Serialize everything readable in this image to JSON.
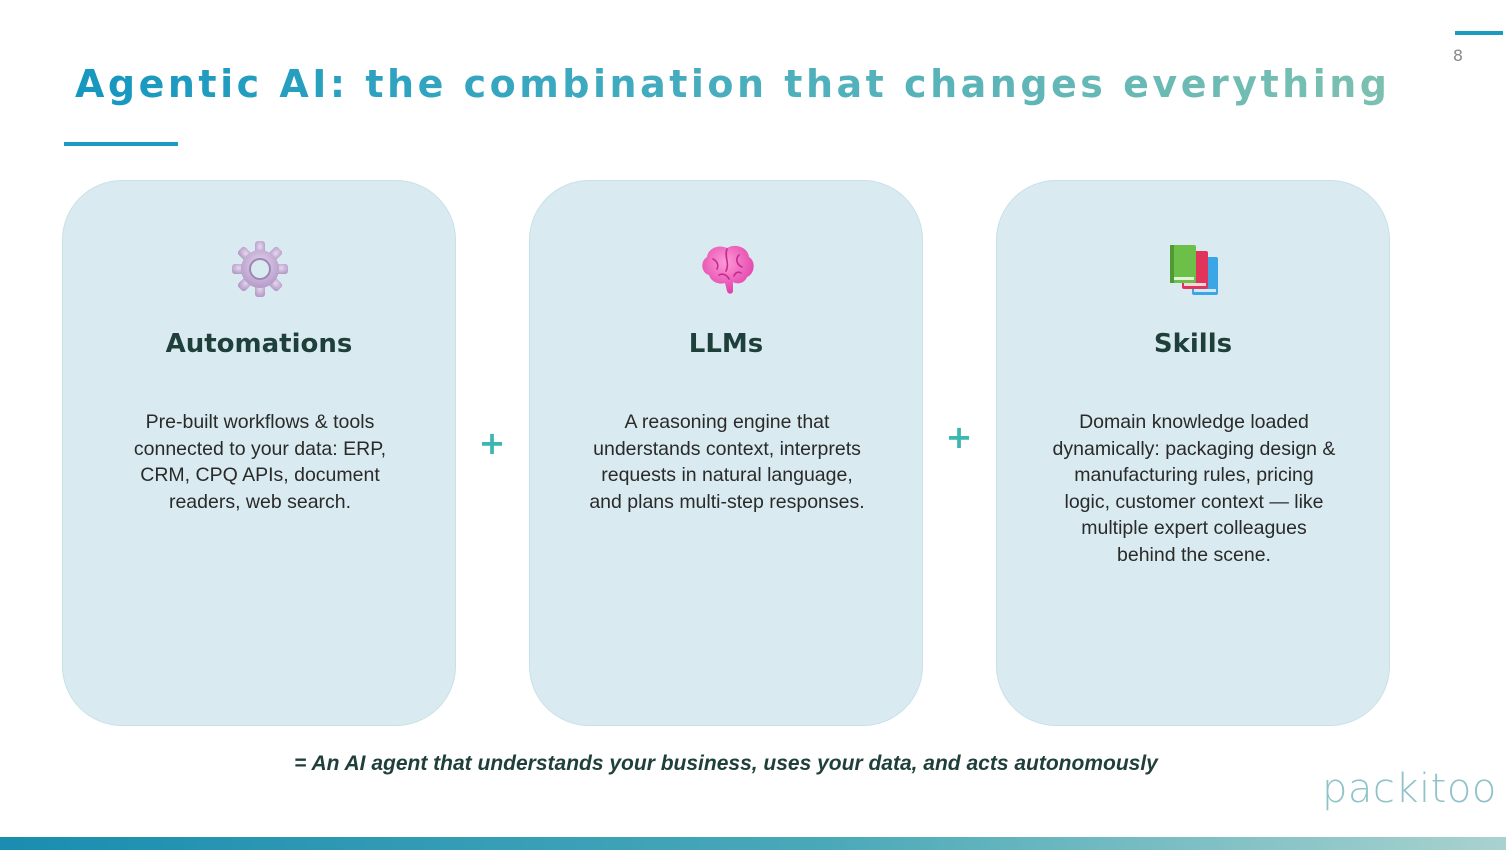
{
  "page_number": "8",
  "title": "Agentic AI: the combination that changes everything",
  "cards": [
    {
      "icon": "gear-icon",
      "title": "Automations",
      "description": "Pre-built workflows & tools connected to your data: ERP, CRM, CPQ APIs, document readers, web search."
    },
    {
      "icon": "brain-icon",
      "title": "LLMs",
      "description": "A reasoning engine that understands context, interprets requests in natural language, and plans multi-step responses."
    },
    {
      "icon": "books-icon",
      "title": "Skills",
      "description": "Domain knowledge loaded dynamically: packaging design & manufacturing rules, pricing logic, customer context — like multiple expert colleagues behind the scene."
    }
  ],
  "operators": [
    "+",
    "+"
  ],
  "tagline": "= An AI agent that understands your business, uses your data, and acts autonomously",
  "brand": "packitoo",
  "colors": {
    "accent": "#1a9cc0",
    "card_background": "#d9ebf0",
    "plus": "#3cb6b0",
    "heading_text": "#1f3f3a",
    "brand_text": "#8fc3c8"
  }
}
